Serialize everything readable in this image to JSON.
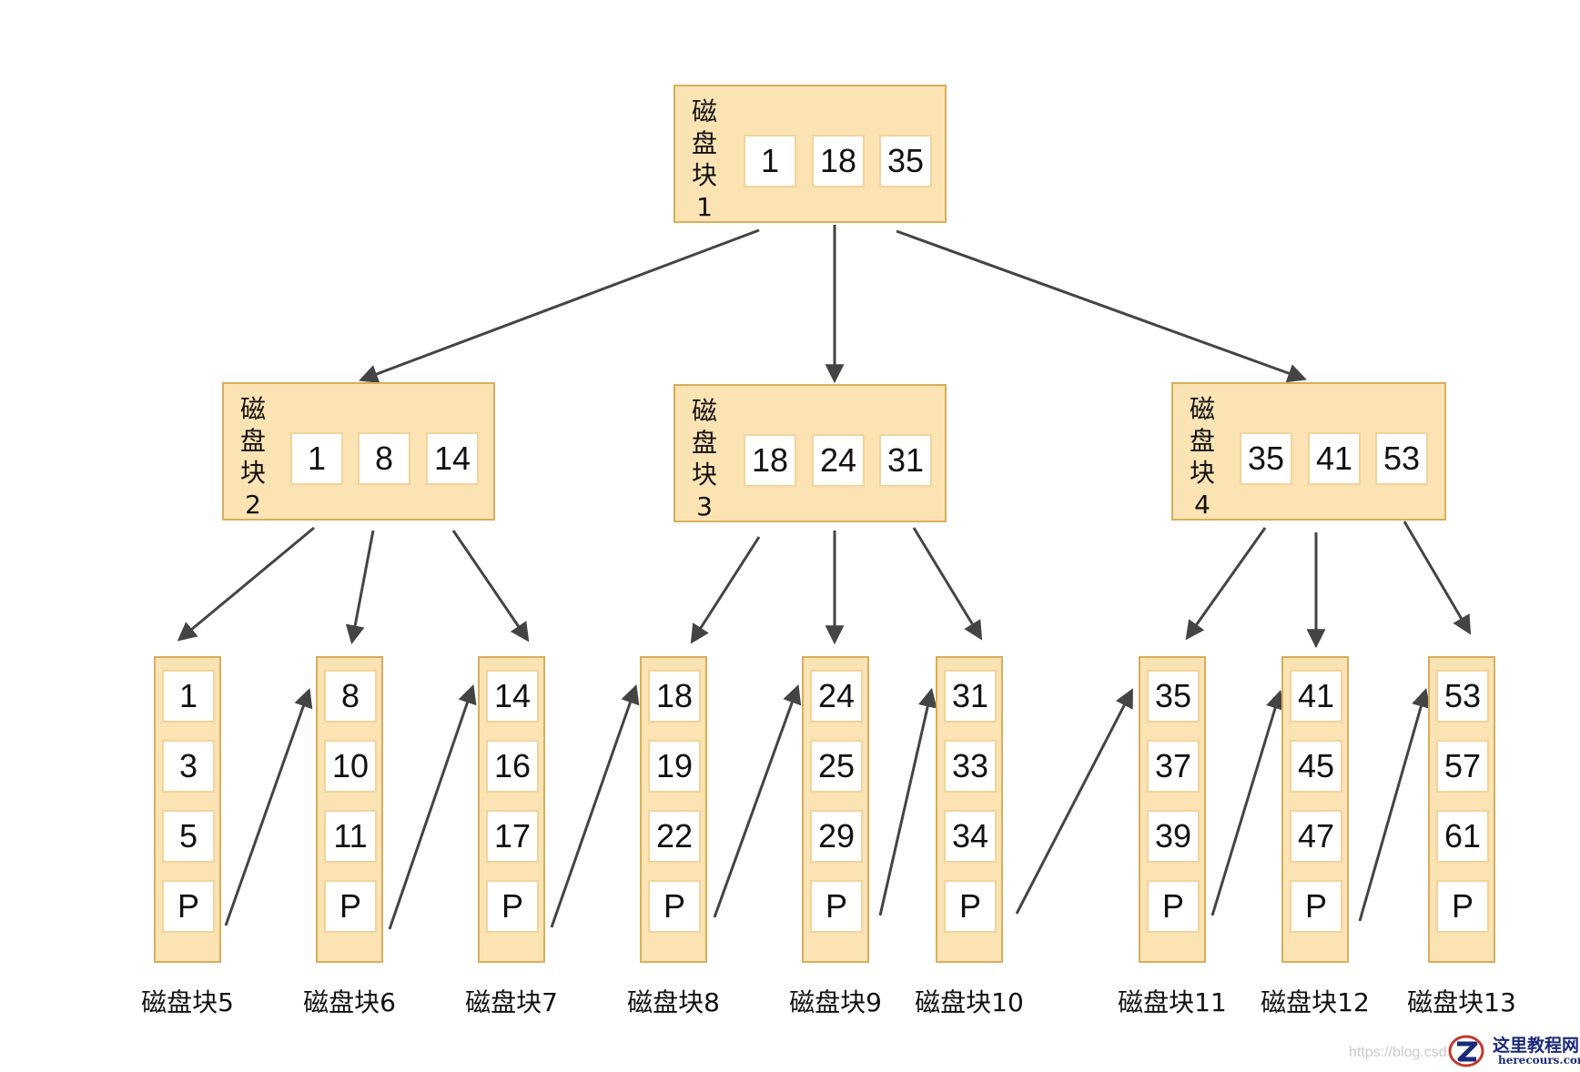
{
  "tree": {
    "root": {
      "label": [
        "磁",
        "盘",
        "块",
        "1"
      ],
      "keys": [
        "1",
        "18",
        "35"
      ]
    },
    "internal": [
      {
        "label": [
          "磁",
          "盘",
          "块",
          "2"
        ],
        "keys": [
          "1",
          "8",
          "14"
        ]
      },
      {
        "label": [
          "磁",
          "盘",
          "块",
          "3"
        ],
        "keys": [
          "18",
          "24",
          "31"
        ]
      },
      {
        "label": [
          "磁",
          "盘",
          "块",
          "4"
        ],
        "keys": [
          "35",
          "41",
          "53"
        ]
      }
    ],
    "leaves": [
      {
        "caption": "磁盘块5",
        "keys": [
          "1",
          "3",
          "5",
          "P"
        ]
      },
      {
        "caption": "磁盘块6",
        "keys": [
          "8",
          "10",
          "11",
          "P"
        ]
      },
      {
        "caption": "磁盘块7",
        "keys": [
          "14",
          "16",
          "17",
          "P"
        ]
      },
      {
        "caption": "磁盘块8",
        "keys": [
          "18",
          "19",
          "22",
          "P"
        ]
      },
      {
        "caption": "磁盘块9",
        "keys": [
          "24",
          "25",
          "29",
          "P"
        ]
      },
      {
        "caption": "磁盘块10",
        "keys": [
          "31",
          "33",
          "34",
          "P"
        ]
      },
      {
        "caption": "磁盘块11",
        "keys": [
          "35",
          "37",
          "39",
          "P"
        ]
      },
      {
        "caption": "磁盘块12",
        "keys": [
          "41",
          "45",
          "47",
          "P"
        ]
      },
      {
        "caption": "磁盘块13",
        "keys": [
          "53",
          "57",
          "61",
          "P"
        ]
      }
    ]
  },
  "watermark": {
    "url": "https://blog.csd",
    "site_name": "这里教程网",
    "domain": "herecours.com"
  },
  "colors": {
    "node_fill": "#fbe3b3",
    "node_border": "#d9ad5b",
    "key_fill": "#ffffff",
    "arrow": "#444444",
    "watermark_blue": "#1a2a7a",
    "watermark_red": "#c0392b"
  }
}
